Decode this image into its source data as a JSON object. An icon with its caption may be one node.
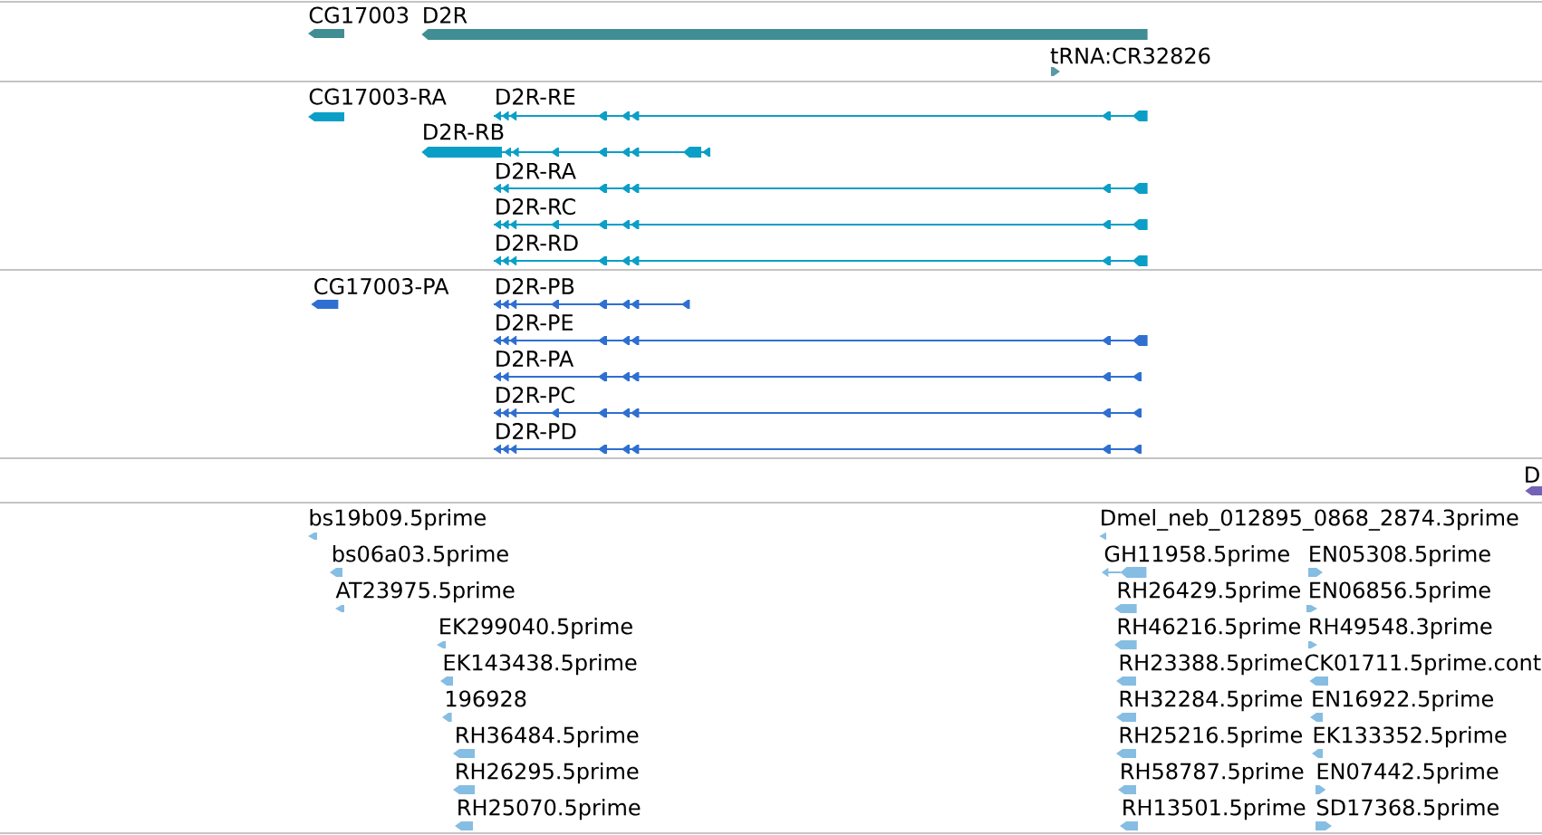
{
  "diagram": {
    "nodes": [
      {
        "text": [
          "CG17003"
        ]
      },
      {
        "text": [
          "D2R"
        ]
      },
      {
        "text": [
          "tRNA:CR32826"
        ]
      },
      {
        "text": [
          "CG17003-RA"
        ]
      },
      {
        "text": [
          "D2R-RE"
        ]
      },
      {
        "text": [
          "D2R-RB"
        ]
      },
      {
        "text": [
          "D2R-RA"
        ]
      },
      {
        "text": [
          "D2R-RC"
        ]
      },
      {
        "text": [
          "D2R-RD"
        ]
      },
      {
        "text": [
          "CG17003-PA"
        ]
      },
      {
        "text": [
          "D2R-PB"
        ]
      },
      {
        "text": [
          "D2R-PE"
        ]
      },
      {
        "text": [
          "D2R-PA"
        ]
      },
      {
        "text": [
          "D2R-PC"
        ]
      },
      {
        "text": [
          "D2R-PD"
        ]
      },
      {
        "text": [
          "D"
        ]
      },
      {
        "text": [
          "bs19b09.5prime"
        ]
      },
      {
        "text": [
          "Dmel_neb_012895_0868_2874.3prime"
        ]
      },
      {
        "text": [
          "bs06a03.5prime"
        ]
      },
      {
        "text": [
          "GH11958.5prime"
        ]
      },
      {
        "text": [
          "EN05308.5prime"
        ]
      },
      {
        "text": [
          "AT23975.5prime"
        ]
      },
      {
        "text": [
          "RH26429.5prime"
        ]
      },
      {
        "text": [
          "EN06856.5prime"
        ]
      },
      {
        "text": [
          "EK299040.5prime"
        ]
      },
      {
        "text": [
          "RH46216.5prime"
        ]
      },
      {
        "text": [
          "RH49548.3prime"
        ]
      },
      {
        "text": [
          "EK143438.5prime"
        ]
      },
      {
        "text": [
          "RH23388.5prime"
        ]
      },
      {
        "text": [
          "CK01711.5prime.cont"
        ]
      },
      {
        "text": [
          "196928"
        ]
      },
      {
        "text": [
          "RH32284.5prime"
        ]
      },
      {
        "text": [
          "EN16922.5prime"
        ]
      },
      {
        "text": [
          "RH36484.5prime"
        ]
      },
      {
        "text": [
          "RH25216.5prime"
        ]
      },
      {
        "text": [
          "EK133352.5prime"
        ]
      },
      {
        "text": [
          "RH26295.5prime"
        ]
      },
      {
        "text": [
          "RH58787.5prime"
        ]
      },
      {
        "text": [
          "EN07442.5prime"
        ]
      },
      {
        "text": [
          "RH25070.5prime"
        ]
      },
      {
        "text": [
          "RH13501.5prime"
        ]
      },
      {
        "text": [
          "SD17368.5prime"
        ]
      }
    ]
  }
}
